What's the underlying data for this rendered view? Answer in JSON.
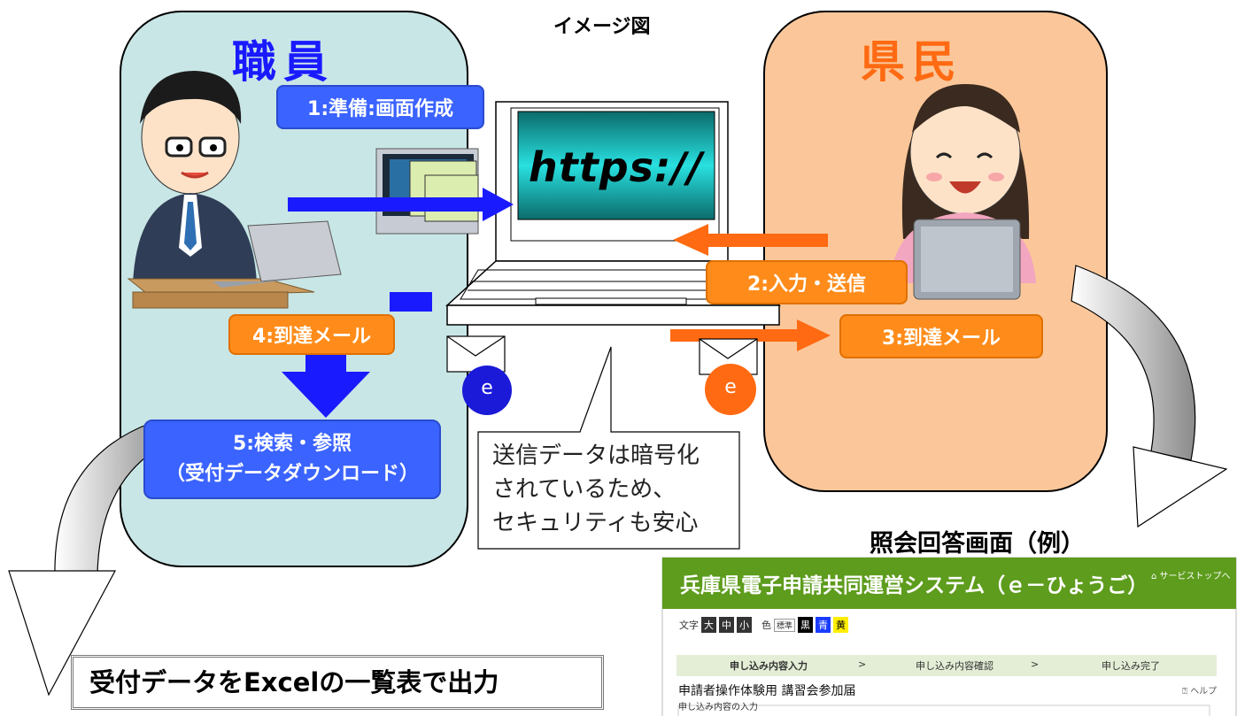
{
  "title": "イメージ図",
  "staff_label": "職員",
  "citizen_label": "県民",
  "steps": {
    "s1": "1:準備:画面作成",
    "s2": "2:入力・送信",
    "s3": "3:到達メール",
    "s4": "4:到達メール",
    "s5_line1": "5:検索・参照",
    "s5_line2": "（受付データダウンロード）"
  },
  "url_text": "https://",
  "email_badge": "e",
  "callout": [
    "送信データは暗号化",
    "されているため、",
    "セキュリティも安心"
  ],
  "excel_box": "受付データをExcelの一覧表で出力",
  "sample_title": "照会回答画面（例）",
  "web": {
    "header_title": "兵庫県電子申請共同運営システム（ｅ－ひょうご）",
    "service_top": "サービストップへ",
    "text_label": "文字",
    "size_large": "大",
    "size_medium": "中",
    "size_small": "小",
    "color_label": "色",
    "color_standard": "標準",
    "color_black": "黒",
    "color_blue": "青",
    "color_yellow": "黄",
    "step_input": "申し込み内容入力",
    "step_confirm": "申し込み内容確認",
    "step_done": "申し込み完了",
    "form_title": "申請者操作体験用  講習会参加届",
    "help": "ヘルプ",
    "section": "申し込み内容の入力"
  },
  "colors": {
    "staff_panel": "#c9e6e6",
    "citizen_panel": "#fbc79a",
    "blue": "#3a63ff",
    "orange": "#ff8c1a",
    "web_header": "#5d9c1c"
  }
}
